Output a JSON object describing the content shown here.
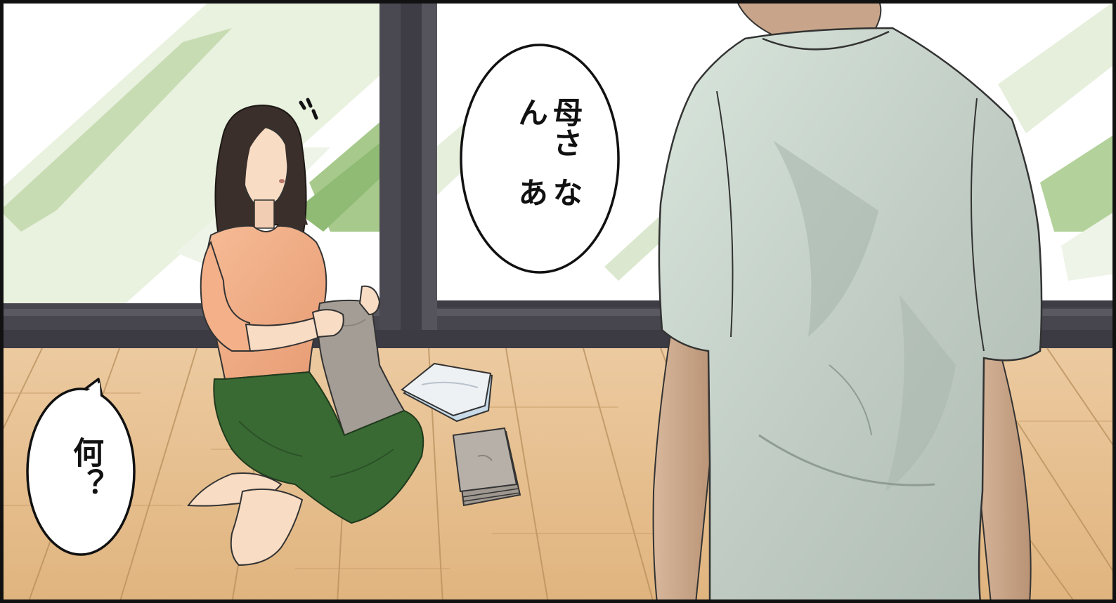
{
  "panel": {
    "speech_bubbles": [
      {
        "speaker": "son",
        "lines": [
          "なあ",
          "母さん"
        ]
      },
      {
        "speaker": "mother",
        "lines": [
          "何？"
        ]
      }
    ],
    "sound_effect": "",
    "colors": {
      "frame": "#111111",
      "window_frame": "#47464f",
      "sky": "#ffffff",
      "foliage": "#b9d6a0",
      "floor": "#e7bf8c",
      "floor_line": "#b88f5c",
      "mother_sweater": "#f3b089",
      "mother_pants": "#3a6a34",
      "mother_hair": "#3a2f2a",
      "skin": "#f8dcc4",
      "son_shirt": "#c7d3cc",
      "son_shirt_shadow": "#aab8b0",
      "laundry_grey": "#a49d95",
      "laundry_white": "#e4e8ec"
    }
  }
}
